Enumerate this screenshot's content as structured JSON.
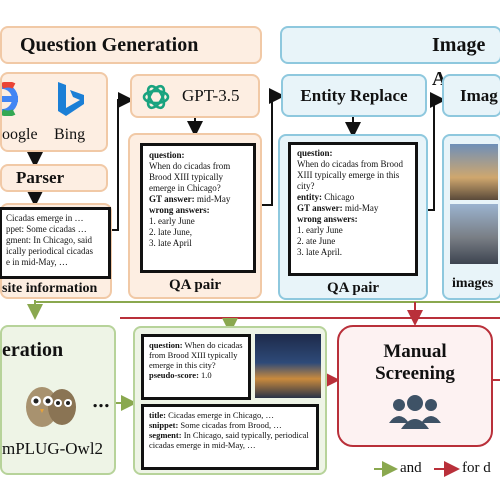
{
  "question_generation": {
    "title": "Question Generation",
    "google_label": "oogle",
    "bing_label": "Bing",
    "parser_label": "Parser",
    "parser_text": [
      "Cicadas emerge in …",
      "ppet: Some cicadas …",
      "gment: In Chicago, said",
      "ically periodical cicadas",
      "e in mid-May, …"
    ],
    "website_info_label": "site information",
    "gpt_label": "GPT-3.5",
    "qa_card": {
      "question_label": "question:",
      "question_text": "When do cicadas from Brood XIII typically emerge in Chicago?",
      "gt_label": "GT answer:",
      "gt_value": "mid-May",
      "wrong_label": "wrong answers:",
      "wrong_answers": [
        "1. early June",
        "2. late June,",
        "3. late April"
      ]
    },
    "qa_pair_label": "QA pair"
  },
  "image_area": {
    "title": "Image A",
    "entity_replace_label": "Entity Replace",
    "ima_label": "Imag",
    "qa_card": {
      "question_label": "question:",
      "question_text": "When do cicadas from Brood XIII typically emerge in this city?",
      "entity_label": "entity:",
      "entity_value": "Chicago",
      "gt_label": "GT answer:",
      "gt_value": "mid-May",
      "wrong_label": "wrong answers:",
      "wrong_answers": [
        "1. early June",
        "2. ate June",
        "3. late April."
      ]
    },
    "qa_pair_label": "QA pair",
    "images_label": "images"
  },
  "generation": {
    "title": "eration",
    "model_label": "mPLUG-Owl2",
    "ellipsis": "…",
    "card1": {
      "question_label": "question:",
      "question_text": "When do cicadas from Brood XIII typically emerge in this city?",
      "pseudo_label": "pseudo-score:",
      "pseudo_value": "1.0"
    },
    "card2": {
      "title_label": "title:",
      "title_value": "Cicadas emerge in Chicago, …",
      "snippet_label": "snippet:",
      "snippet_value": "Some cicadas from Brood, …",
      "segment_label": "segment:",
      "segment_value": "In Chicago, said typically, periodical cicadas emerge in mid-May, …"
    }
  },
  "manual_screening": {
    "label_line1": "Manual",
    "label_line2": "Screening"
  },
  "legend": {
    "and_text": "and",
    "for_text": "for d"
  },
  "colors": {
    "orange_fill": "#fdeee2",
    "blue_fill": "#e8f4f9",
    "green_fill": "#eef4e6",
    "red_arrow": "#b9303a",
    "green_arrow": "#8aa84f"
  }
}
